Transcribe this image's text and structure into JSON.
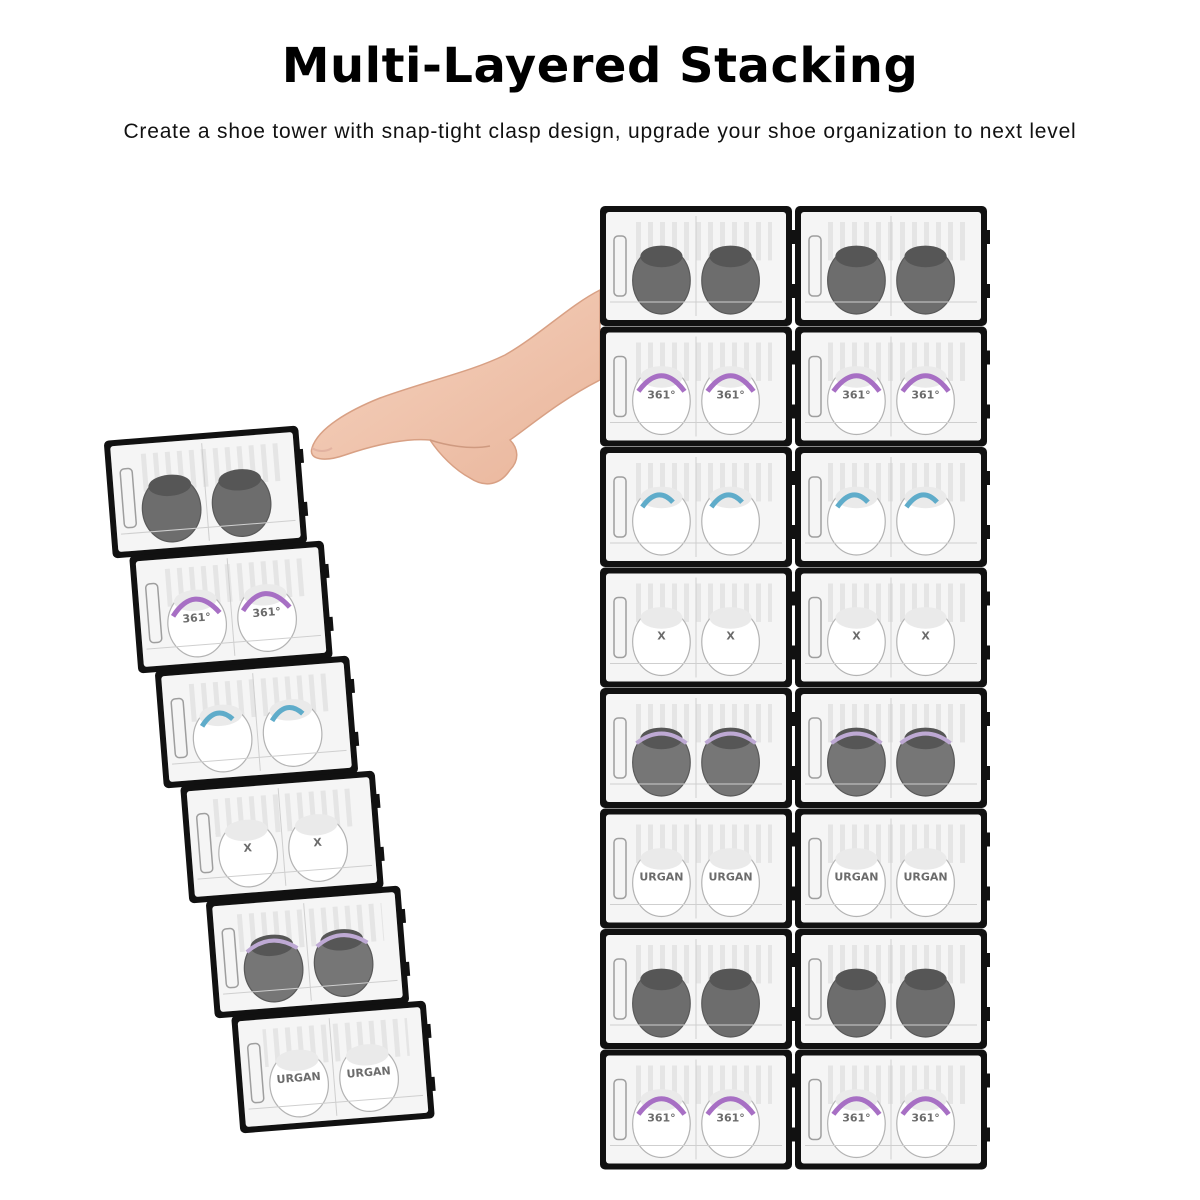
{
  "heading": {
    "title": "Multi-Layered Stacking",
    "subtitle": "Create a shoe tower with snap-tight clasp design, upgrade your shoe organization to next level"
  },
  "product": {
    "frame_color": "#111111",
    "panel_color": "#f2f2f2",
    "accent_purple": "#8a3fb0",
    "accent_teal": "#2a90b8",
    "shoe_colors": [
      "#3c3c3c",
      "#ffffff",
      "#ffffff",
      "#ffffff",
      "#484848",
      "#ffffff"
    ],
    "shoe_logos": [
      "",
      "361°",
      "",
      "X",
      "",
      "URGAN"
    ]
  },
  "illustration": {
    "hand": "pointing-hand",
    "left_stack_boxes": 6,
    "right_stack_rows": 8,
    "right_stack_columns": 2
  }
}
